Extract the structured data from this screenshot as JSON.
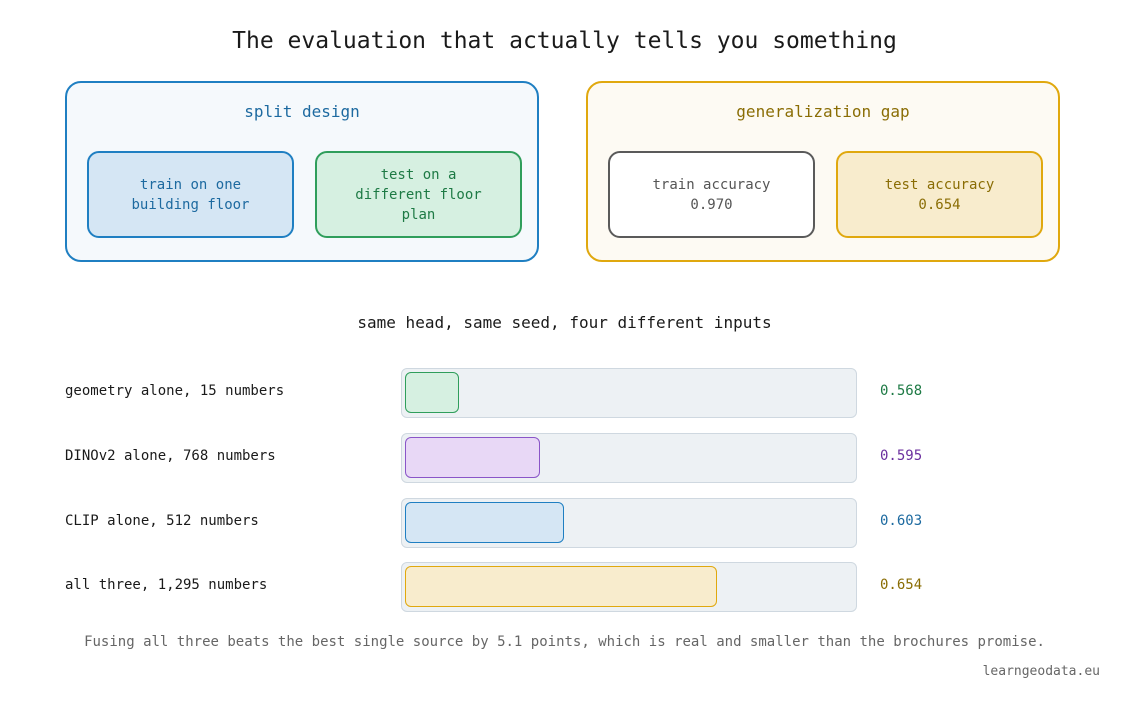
{
  "title": "The evaluation that actually tells you something",
  "split_design": {
    "title": "split design",
    "train_box": [
      "train on one",
      "building floor"
    ],
    "test_box": [
      "test on a",
      "different floor",
      "plan"
    ]
  },
  "generalization_gap": {
    "title": "generalization gap",
    "train": {
      "label": "train accuracy",
      "value": "0.970"
    },
    "test": {
      "label": "test accuracy",
      "value": "0.654"
    }
  },
  "comparison_title": "same head, same seed, four different inputs",
  "chart_data": {
    "type": "bar",
    "categories": [
      "geometry alone, 15 numbers",
      "DINOv2 alone, 768 numbers",
      "CLIP alone, 512 numbers",
      "all three, 1,295 numbers"
    ],
    "values": [
      0.568,
      0.595,
      0.603,
      0.654
    ],
    "value_labels": [
      "0.568",
      "0.595",
      "0.603",
      "0.654"
    ],
    "xlim": [
      0.55,
      0.7
    ],
    "colors": {
      "fill": [
        "#d6f0e1",
        "#e8d8f6",
        "#d5e6f4",
        "#f8eccd"
      ],
      "stroke": [
        "#2f9e5b",
        "#8a55c8",
        "#1f7fc2",
        "#e0a80e"
      ],
      "text": [
        "#1e7a45",
        "#6b2f9e",
        "#1d6aa0",
        "#8a6d05"
      ]
    }
  },
  "footer": "Fusing all three beats the best single source by 5.1 points, which is real and smaller than the brochures promise.",
  "credit": "learngeodata.eu"
}
